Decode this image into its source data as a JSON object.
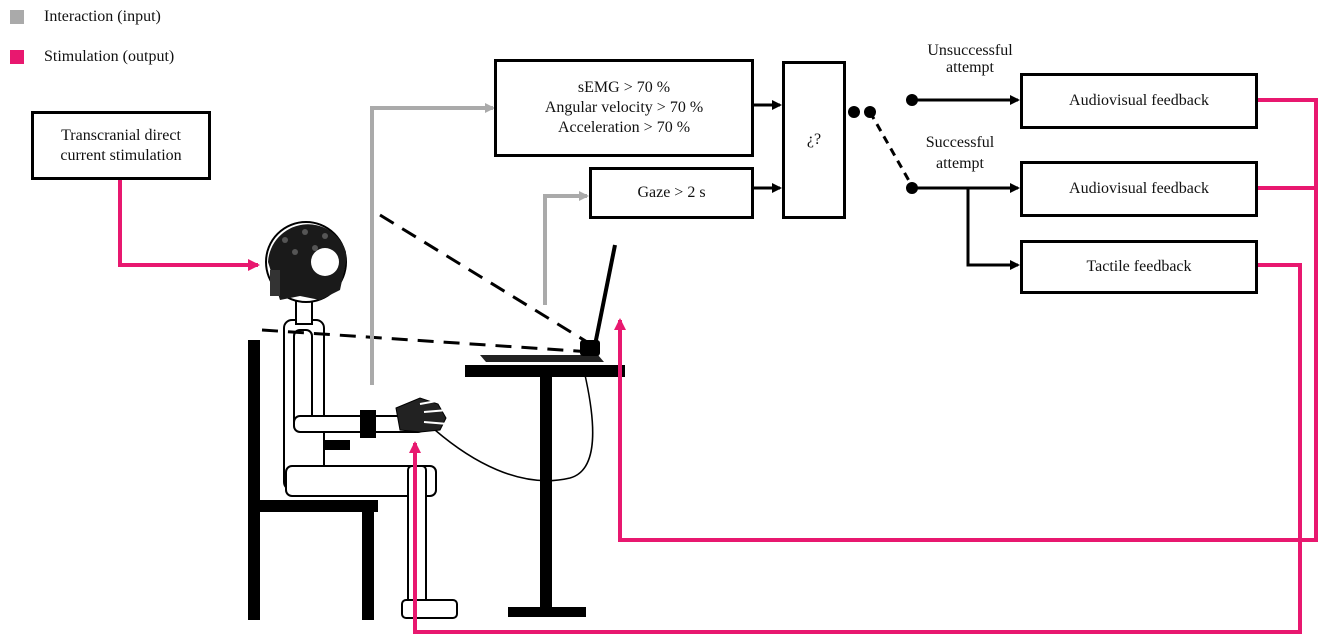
{
  "legend": [
    {
      "label": "Interaction (input)",
      "color": "#aaaaaa"
    },
    {
      "label": "Stimulation (output)",
      "color": "#e8186f"
    }
  ],
  "boxes": {
    "tdcs": [
      "Transcranial direct",
      "current stimulation"
    ],
    "thresholds": [
      "sEMG > 70 %",
      "Angular velocity > 70 %",
      "Acceleration > 70 %"
    ],
    "gaze": "Gaze > 2 s",
    "decision": "¿?",
    "av_feedback_unsuccessful": "Audiovisual feedback",
    "av_feedback_successful": "Audiovisual feedback",
    "tactile_feedback": "Tactile feedback"
  },
  "labels": {
    "unsuccessful": [
      "Unsuccessful",
      "attempt"
    ],
    "successful": [
      "Successful",
      "attempt"
    ]
  },
  "colors": {
    "input": "#aaaaaa",
    "output": "#e8186f",
    "line": "#000000"
  }
}
